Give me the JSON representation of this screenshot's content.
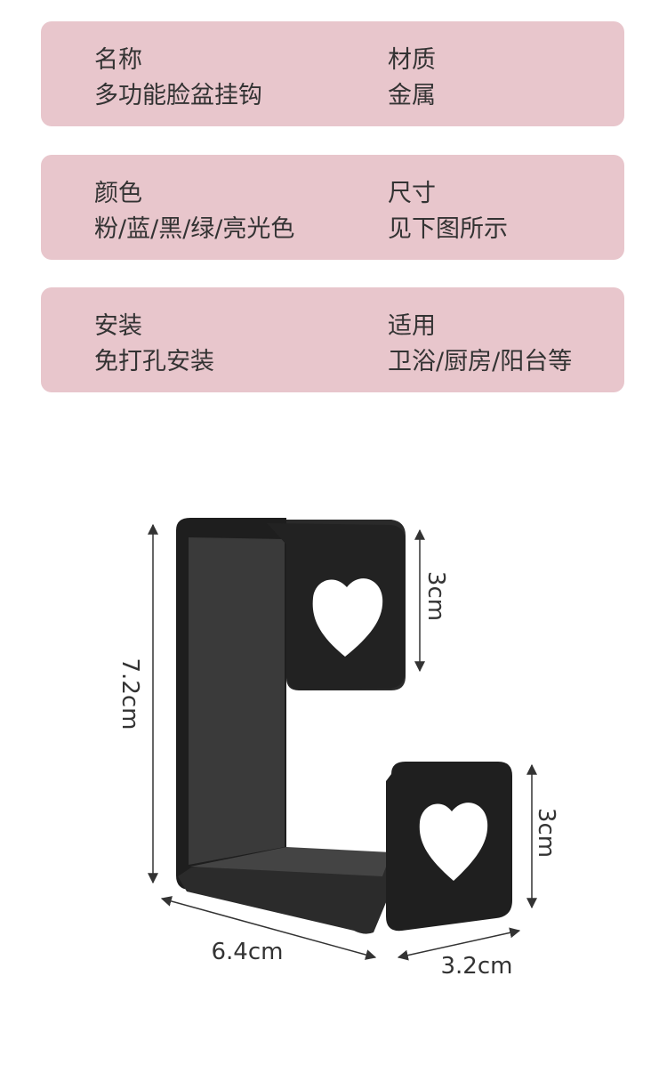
{
  "specs": [
    {
      "left": {
        "label": "名称",
        "value": "多功能脸盆挂钩"
      },
      "right": {
        "label": "材质",
        "value": "金属"
      }
    },
    {
      "left": {
        "label": "颜色",
        "value": "粉/蓝/黑/绿/亮光色"
      },
      "right": {
        "label": "尺寸",
        "value": "见下图所示"
      }
    },
    {
      "left": {
        "label": "安装",
        "value": "免打孔安装"
      },
      "right": {
        "label": "适用",
        "value": "卫浴/厨房/阳台等"
      }
    }
  ],
  "dimensions": {
    "height": "7.2cm",
    "top_tab": "3cm",
    "bottom_tab": "3cm",
    "length": "6.4cm",
    "width": "3.2cm"
  },
  "colors": {
    "card_background": "#e8c6cc",
    "hook": "#1e1e1e",
    "text": "#333333"
  }
}
